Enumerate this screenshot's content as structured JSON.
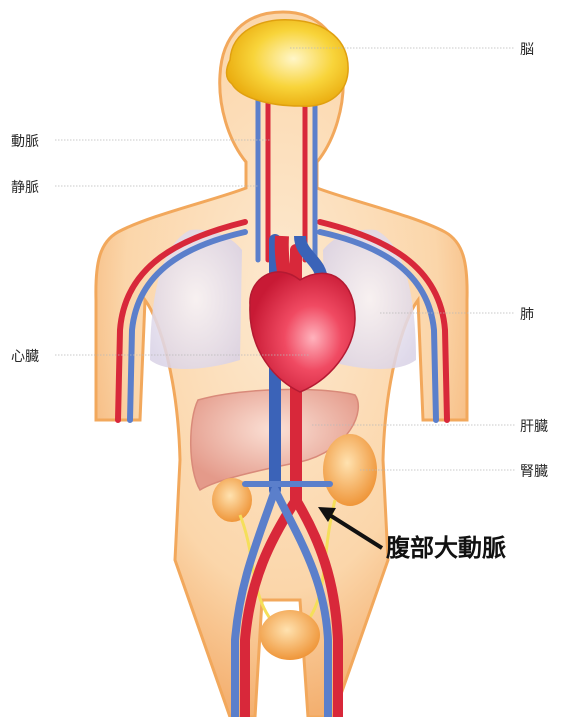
{
  "labels": {
    "brain": "脳",
    "artery": "動脈",
    "vein": "静脈",
    "lung": "肺",
    "heart": "心臓",
    "liver": "肝臓",
    "kidney": "腎臓",
    "abdominal_aorta": "腹部大動脈"
  },
  "colors": {
    "skin": "#f9c58f",
    "skin_light": "#fde3c4",
    "artery": "#d8283a",
    "vein": "#3b63b8",
    "brain": "#f6c11a",
    "heart": "#e42a45",
    "lung": "#e7e2ef",
    "liver": "#eaa59a",
    "kidney": "#f2a24a",
    "bladder": "#f0a54b",
    "ureter": "#f5df5a"
  }
}
